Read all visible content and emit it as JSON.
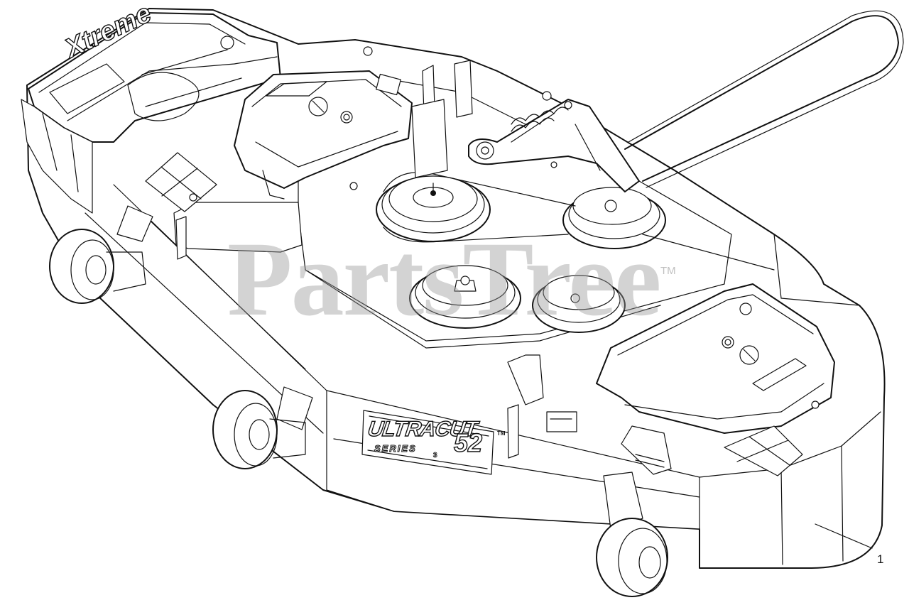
{
  "watermark": {
    "text": "PartsTree",
    "trademark": "TM"
  },
  "deck_branding": {
    "model_line": "ULTRACUT",
    "size": "52",
    "series_label": "SERIES",
    "series_number": "3",
    "trademark": "TM",
    "hood_logo": "Xtreme"
  },
  "callouts": [
    {
      "number": "1",
      "part": "deck-housing"
    }
  ]
}
